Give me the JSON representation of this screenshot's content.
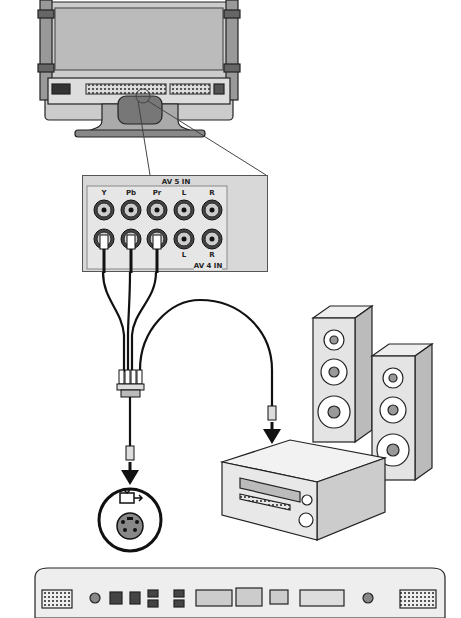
{
  "diagram": {
    "nodes": [
      {
        "text": [
          "AV 5 IN",
          "Y",
          "Pb",
          "Pr",
          "L",
          "R",
          "L",
          "R",
          "AV 4 IN"
        ]
      }
    ]
  }
}
